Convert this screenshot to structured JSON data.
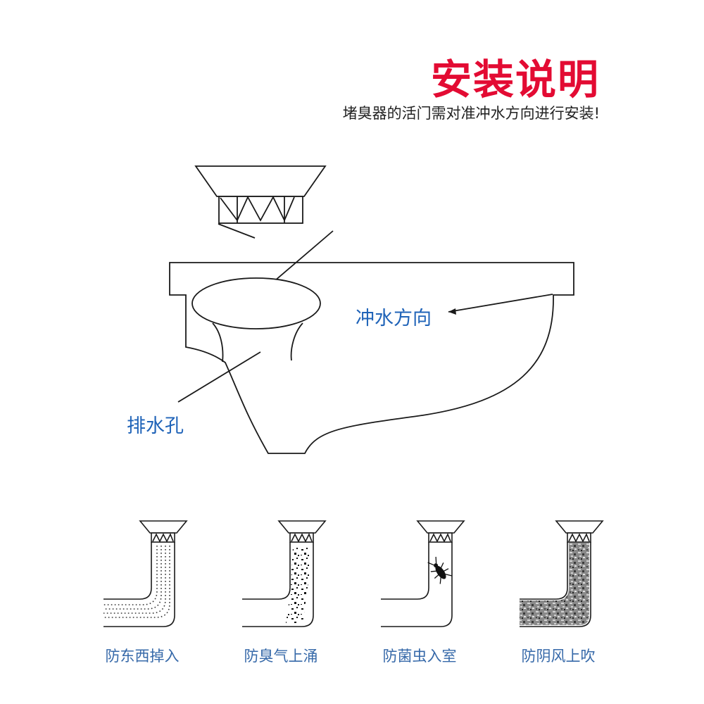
{
  "colors": {
    "title": "#e30b33",
    "label_blue": "#1f63b8",
    "caption_blue": "#3669a9",
    "line": "#1a1a1a"
  },
  "header": {
    "title": "安装说明",
    "subtitle": "堵臭器的活门需对准冲水方向进行安装!"
  },
  "diagram": {
    "flush_direction_label": "冲水方向",
    "drain_hole_label": "排水孔"
  },
  "features": [
    {
      "label": "防东西掉入",
      "fill": "dots"
    },
    {
      "label": "防臭气上涌",
      "fill": "specks"
    },
    {
      "label": "防菌虫入室",
      "fill": "bug"
    },
    {
      "label": "防阴风上吹",
      "fill": "noise"
    }
  ]
}
